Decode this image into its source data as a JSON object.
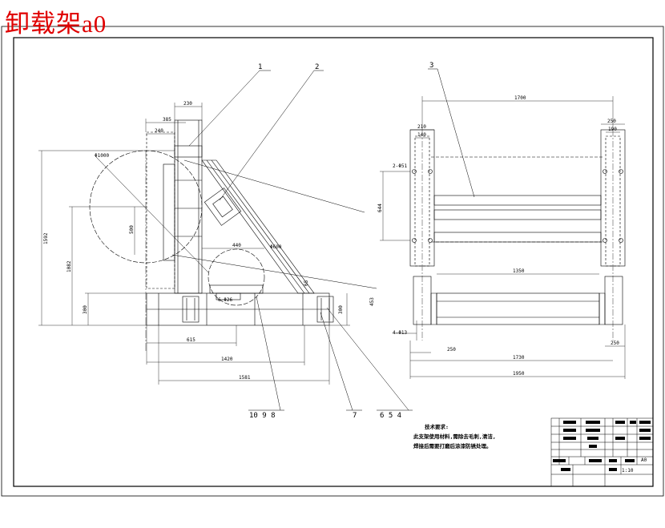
{
  "title": "卸载架a0",
  "part_numbers": [
    "1",
    "2",
    "3",
    "4",
    "5",
    "6",
    "7",
    "8",
    "9",
    "10"
  ],
  "left_view": {
    "dims": {
      "top_230": "230",
      "w_385": "385",
      "w_240": "240",
      "dia_1000": "Φ1000",
      "h_1592": "1592",
      "h_500": "500",
      "h_1082": "1082",
      "h_300": "300",
      "w_440": "440",
      "dia_600": "Φ600",
      "h_65": "65",
      "bolt_6": "6-Φ26",
      "h_300b": "300",
      "h_453": "453",
      "w_615": "615",
      "w_1420": "1420",
      "w_1581": "1581"
    },
    "balloons_bottom_left": "10 9 8",
    "balloon_7": "7",
    "balloons_bottom_right": "6 5 4"
  },
  "right_view": {
    "dims": {
      "w_1700": "1700",
      "w_210": "210",
      "w_140": "140",
      "w_250": "250",
      "w_190": "190",
      "bolt_2": "2-Φ51",
      "h_644": "644",
      "w_1350": "1350",
      "bolt_4": "4-Φ13",
      "w_250b": "250",
      "w_1730": "1730",
      "w_250c": "250",
      "w_1950": "1950"
    }
  },
  "notes": {
    "heading": "技术要求:",
    "line1": "此支架使用材料,需除去毛刺,清洁,",
    "line2": "焊接后需要打磨后涂漆防锈处理。"
  },
  "title_block": {
    "scale": "1:10",
    "sheet": "A0"
  }
}
